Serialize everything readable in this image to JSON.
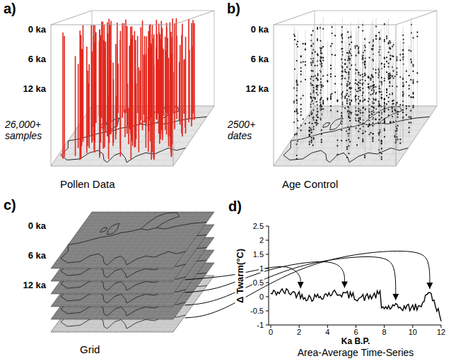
{
  "diagram": {
    "labels": [
      "a)",
      "0 ka",
      "6 ka",
      "12 ka",
      "26,000+ samples",
      "Pollen Data",
      "b)",
      "0 ka",
      "6 ka",
      "12 ka",
      "2500+ dates",
      "Age Control",
      "c)",
      "0 ka",
      "6 ka",
      "12 ka",
      "Grid",
      "d)",
      "Δ Twarm(°C)",
      "2.5",
      "2",
      "1.5",
      "1",
      "0.5",
      "0",
      "-0.5",
      "-1",
      "0",
      "2",
      "4",
      "6",
      "8",
      "10",
      "12",
      "Ka B.P.",
      "Area-Average Time-Series"
    ]
  }
}
